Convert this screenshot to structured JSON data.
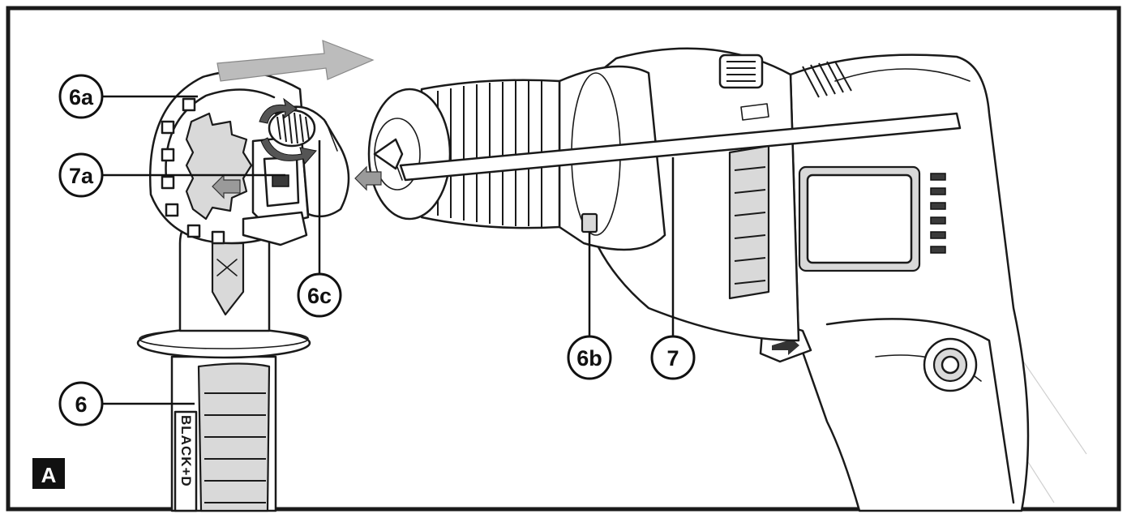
{
  "figure_label": "A",
  "callouts": {
    "c6a": "6a",
    "c7a": "7a",
    "c6c": "6c",
    "c6": "6",
    "c6b": "6b",
    "c7": "7"
  },
  "handle_brand_text": "BLACK+D",
  "colors": {
    "frame": "#1a1a1a",
    "arrow_grey": "#bcbcbc",
    "arrow_dark": "#555555",
    "label_box": "#111111"
  }
}
